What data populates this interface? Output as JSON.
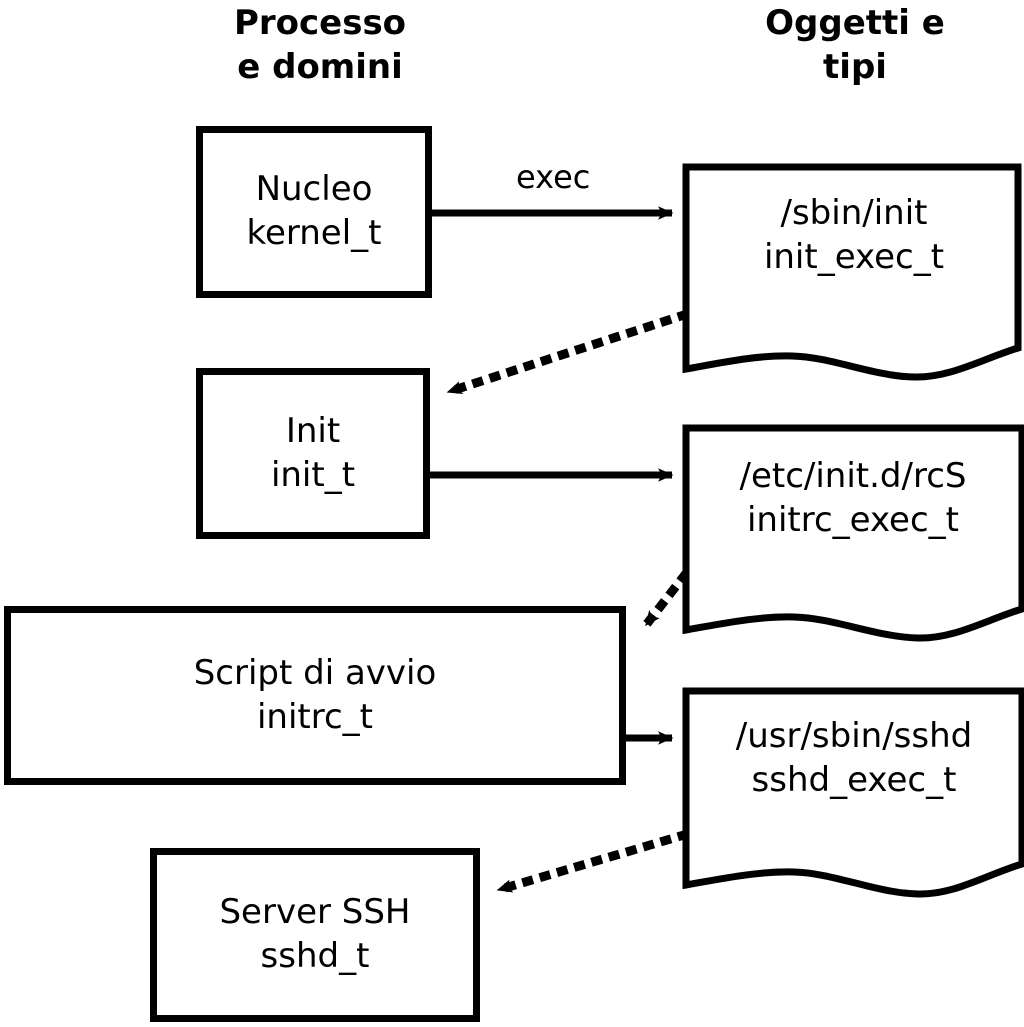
{
  "diagram": {
    "title_not_shown": "",
    "headers": {
      "left": "Processo\ne domini",
      "right": "Oggetti e\ntipi"
    },
    "colors": {
      "stroke": "#000000",
      "fill": "#FFFFFF",
      "text": "#000000"
    },
    "process_nodes": [
      {
        "id": "kernel",
        "name": "Nucleo",
        "type": "kernel_t",
        "label": "Nucleo\nkernel_t"
      },
      {
        "id": "init",
        "name": "Init",
        "type": "init_t",
        "label": "Init\ninit_t"
      },
      {
        "id": "initrc",
        "name": "Script di avvio",
        "type": "initrc_t",
        "label": "Script di avvio\ninitrc_t"
      },
      {
        "id": "sshd",
        "name": "Server SSH",
        "type": "sshd_t",
        "label": "Server SSH\nsshd_t"
      }
    ],
    "object_nodes": [
      {
        "id": "init_exec",
        "path": "/sbin/init",
        "type": "init_exec_t",
        "label": "/sbin/init\ninit_exec_t"
      },
      {
        "id": "initrc_exec",
        "path": "/etc/init.d/rcS",
        "type": "initrc_exec_t",
        "label": "/etc/init.d/rcS\ninitrc_exec_t"
      },
      {
        "id": "sshd_exec",
        "path": "/usr/sbin/sshd",
        "type": "sshd_exec_t",
        "label": "/usr/sbin/sshd\nsshd_exec_t"
      }
    ],
    "edges": [
      {
        "id": "e1",
        "from": "kernel",
        "to": "init_exec",
        "style": "solid",
        "label": "exec"
      },
      {
        "id": "e2",
        "from": "init_exec",
        "to": "init",
        "style": "dotted",
        "label": ""
      },
      {
        "id": "e3",
        "from": "init",
        "to": "initrc_exec",
        "style": "solid",
        "label": ""
      },
      {
        "id": "e4",
        "from": "initrc_exec",
        "to": "initrc",
        "style": "dotted",
        "label": ""
      },
      {
        "id": "e5",
        "from": "initrc",
        "to": "sshd_exec",
        "style": "solid",
        "label": ""
      },
      {
        "id": "e6",
        "from": "sshd_exec",
        "to": "sshd",
        "style": "dotted",
        "label": ""
      }
    ],
    "edge_labels": {
      "exec": "exec"
    }
  }
}
